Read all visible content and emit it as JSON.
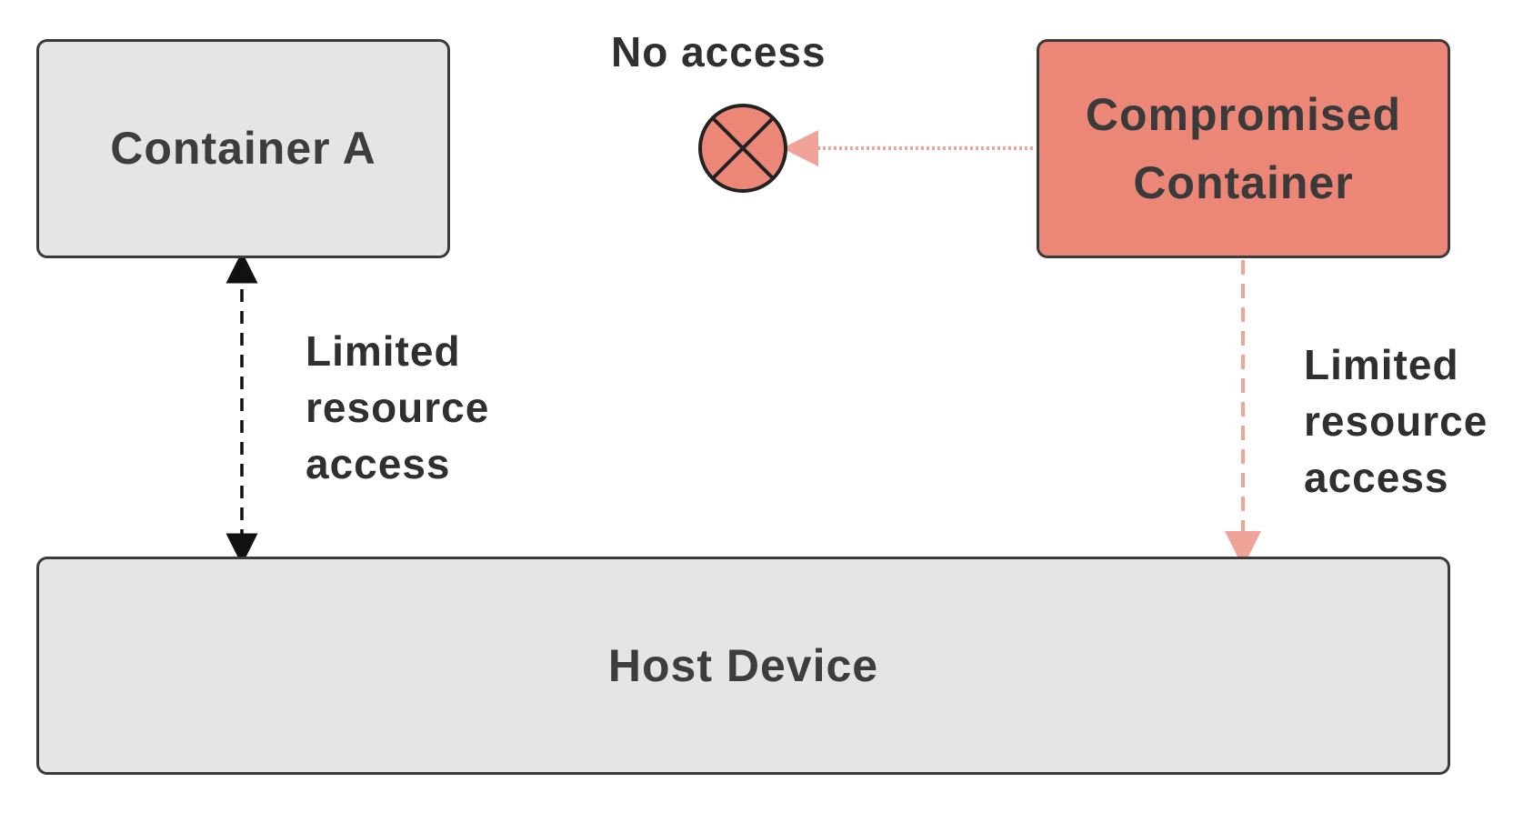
{
  "nodes": {
    "container_a": {
      "label": "Container A"
    },
    "compromised_container": {
      "label_line1": "Compromised",
      "label_line2": "Container"
    },
    "host_device": {
      "label": "Host Device"
    }
  },
  "annotations": {
    "no_access": "No access",
    "left_access": {
      "line1": "Limited",
      "line2": "resource",
      "line3": "access"
    },
    "right_access": {
      "line1": "Limited",
      "line2": "resource",
      "line3": "access"
    }
  },
  "edges": [
    {
      "from": "container_a",
      "to": "host_device",
      "style": "dashed",
      "direction": "bidirectional",
      "color": "#111111"
    },
    {
      "from": "compromised_container",
      "to": "host_device",
      "style": "dashed",
      "direction": "forward",
      "color": "#f0a398"
    },
    {
      "from": "compromised_container",
      "to": "no_access_symbol",
      "style": "dotted",
      "direction": "forward",
      "color": "#f0a398"
    }
  ],
  "colors": {
    "neutral_fill": "#e5e5e5",
    "compromised_fill": "#ec8778",
    "outline": "#3a3a3a",
    "blocked_symbol_fill": "#ec8778",
    "compromised_edge": "#f0a398"
  },
  "icons": {
    "blocked": "circle-x-icon"
  }
}
